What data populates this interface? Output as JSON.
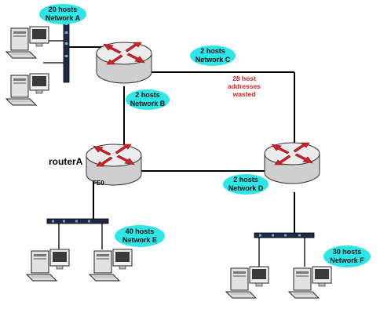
{
  "colors": {
    "pill_fill": "#2ee6e6",
    "router_body": "#d9d9d9",
    "router_top": "#eeeeee",
    "router_arrow": "#d4202a",
    "warning_text": "#cc1f1f",
    "link": "#000000"
  },
  "routers": {
    "routerA": {
      "name": "routerA",
      "port": "FE0"
    }
  },
  "networks": {
    "a": {
      "hosts": "20 hosts",
      "name": "Network A"
    },
    "b": {
      "hosts": "2 hosts",
      "name": "Network B"
    },
    "c": {
      "hosts": "2 hosts",
      "name": "Network C"
    },
    "d": {
      "hosts": "2 hosts",
      "name": "Network D"
    },
    "e": {
      "hosts": "40 hosts",
      "name": "Network E"
    },
    "f": {
      "hosts": "30 hosts",
      "name": "Network F"
    }
  },
  "annotation": {
    "line1": "28 host",
    "line2": "addresses",
    "line3": "wasted"
  },
  "icons": {
    "router": "router-icon",
    "switch": "switch-icon",
    "workstation": "workstation-icon"
  }
}
